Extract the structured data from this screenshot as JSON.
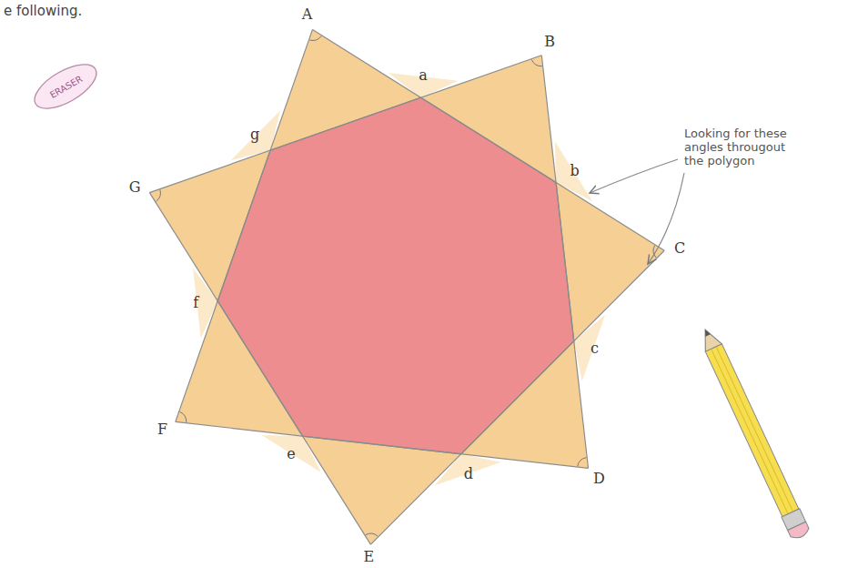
{
  "diagram": {
    "labels": [
      "e following.",
      "A",
      "a",
      "B",
      "b",
      "C",
      "c",
      "D",
      "d",
      "E",
      "e",
      "F",
      "f",
      "G",
      "g",
      "Looking for these angles througout the polygon",
      "ERASER"
    ]
  }
}
